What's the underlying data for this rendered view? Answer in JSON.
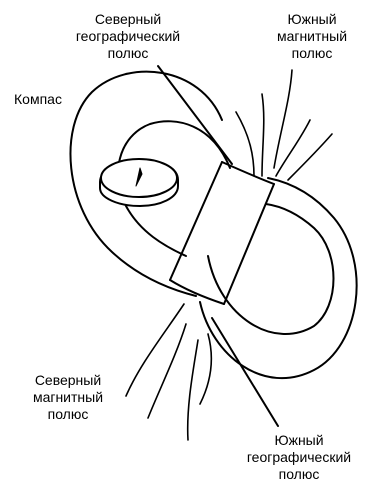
{
  "labels": {
    "north_geo": [
      "Северный",
      "географический",
      "полюс"
    ],
    "south_mag": [
      "Южный",
      "магнитный",
      "полюс"
    ],
    "compass": [
      "Компас"
    ],
    "north_mag": [
      "Северный",
      "магнитный",
      "полюс"
    ],
    "south_geo": [
      "Южный",
      "географический",
      "полюс"
    ]
  },
  "colors": {
    "ink": "#000000",
    "background": "#ffffff"
  }
}
